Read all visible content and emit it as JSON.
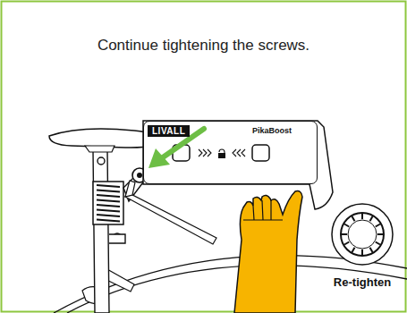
{
  "diagram": {
    "title": "Continue tightening the screws.",
    "nodes": [
      {
        "text": [
          "LIVALL",
          "PikaBoost"
        ]
      }
    ],
    "labels": [
      "Re-tighten"
    ]
  }
}
